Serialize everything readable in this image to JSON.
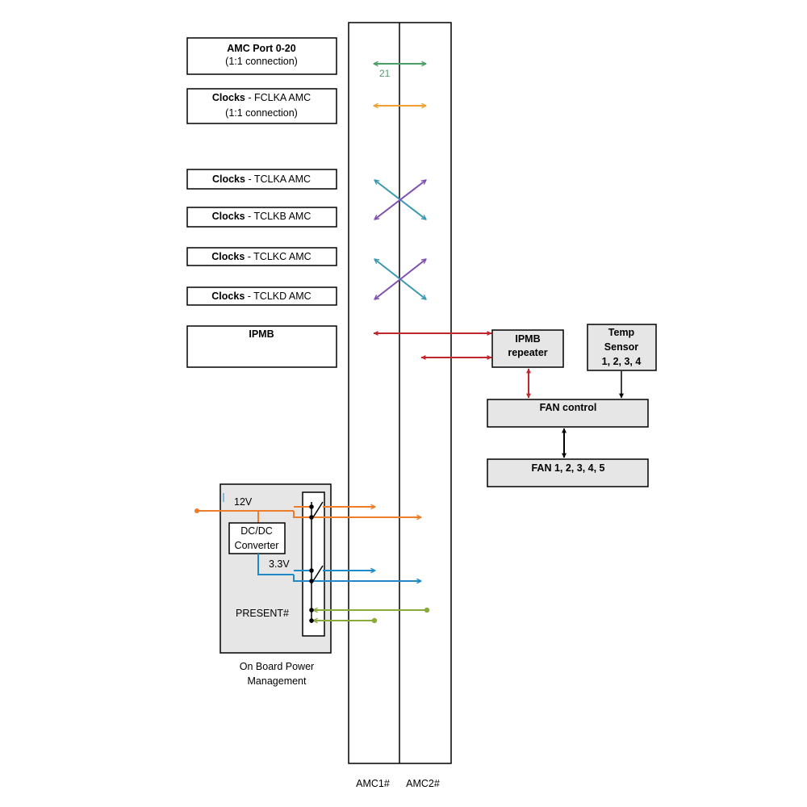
{
  "boxes": {
    "amc_port": {
      "title": "AMC Port 0-20",
      "sub": "(1:1 connection)"
    },
    "fclka": {
      "bold": "Clocks",
      "rest": " - FCLKA AMC",
      "sub": "(1:1 connection)"
    },
    "tclka": {
      "bold": "Clocks",
      "rest": " - TCLKA AMC"
    },
    "tclkb": {
      "bold": "Clocks",
      "rest": " - TCLKB AMC"
    },
    "tclkc": {
      "bold": "Clocks",
      "rest": " - TCLKC AMC"
    },
    "tclkd": {
      "bold": "Clocks",
      "rest": " - TCLKD AMC"
    },
    "ipmb": {
      "title": "IPMB"
    },
    "ipmb_repeater": {
      "line1": "IPMB",
      "line2": "repeater"
    },
    "temp_sensor": {
      "line1": "Temp",
      "line2": "Sensor",
      "line3": "1, 2, 3, 4"
    },
    "fan_control": {
      "title": "FAN control"
    },
    "fans": {
      "title": "FAN 1, 2, 3, 4, 5"
    }
  },
  "port_label": "21",
  "power": {
    "v12": "12V",
    "converter_line1": "DC/DC",
    "converter_line2": "Converter",
    "v33": "3.3V",
    "present": "PRESENT#",
    "caption_line1": "On Board Power",
    "caption_line2": "Management"
  },
  "slots": {
    "amc1": "AMC1#",
    "amc2": "AMC2#"
  },
  "colors": {
    "green": "#4a9e6a",
    "orange_clock": "#f0a030",
    "teal": "#3a98b0",
    "purple": "#8050b0",
    "red": "#c0272d",
    "orange_power": "#ee7d2a",
    "blue_power": "#1f8ac8",
    "olive": "#8aaa3c",
    "box_fill": "#e6e6e6"
  }
}
